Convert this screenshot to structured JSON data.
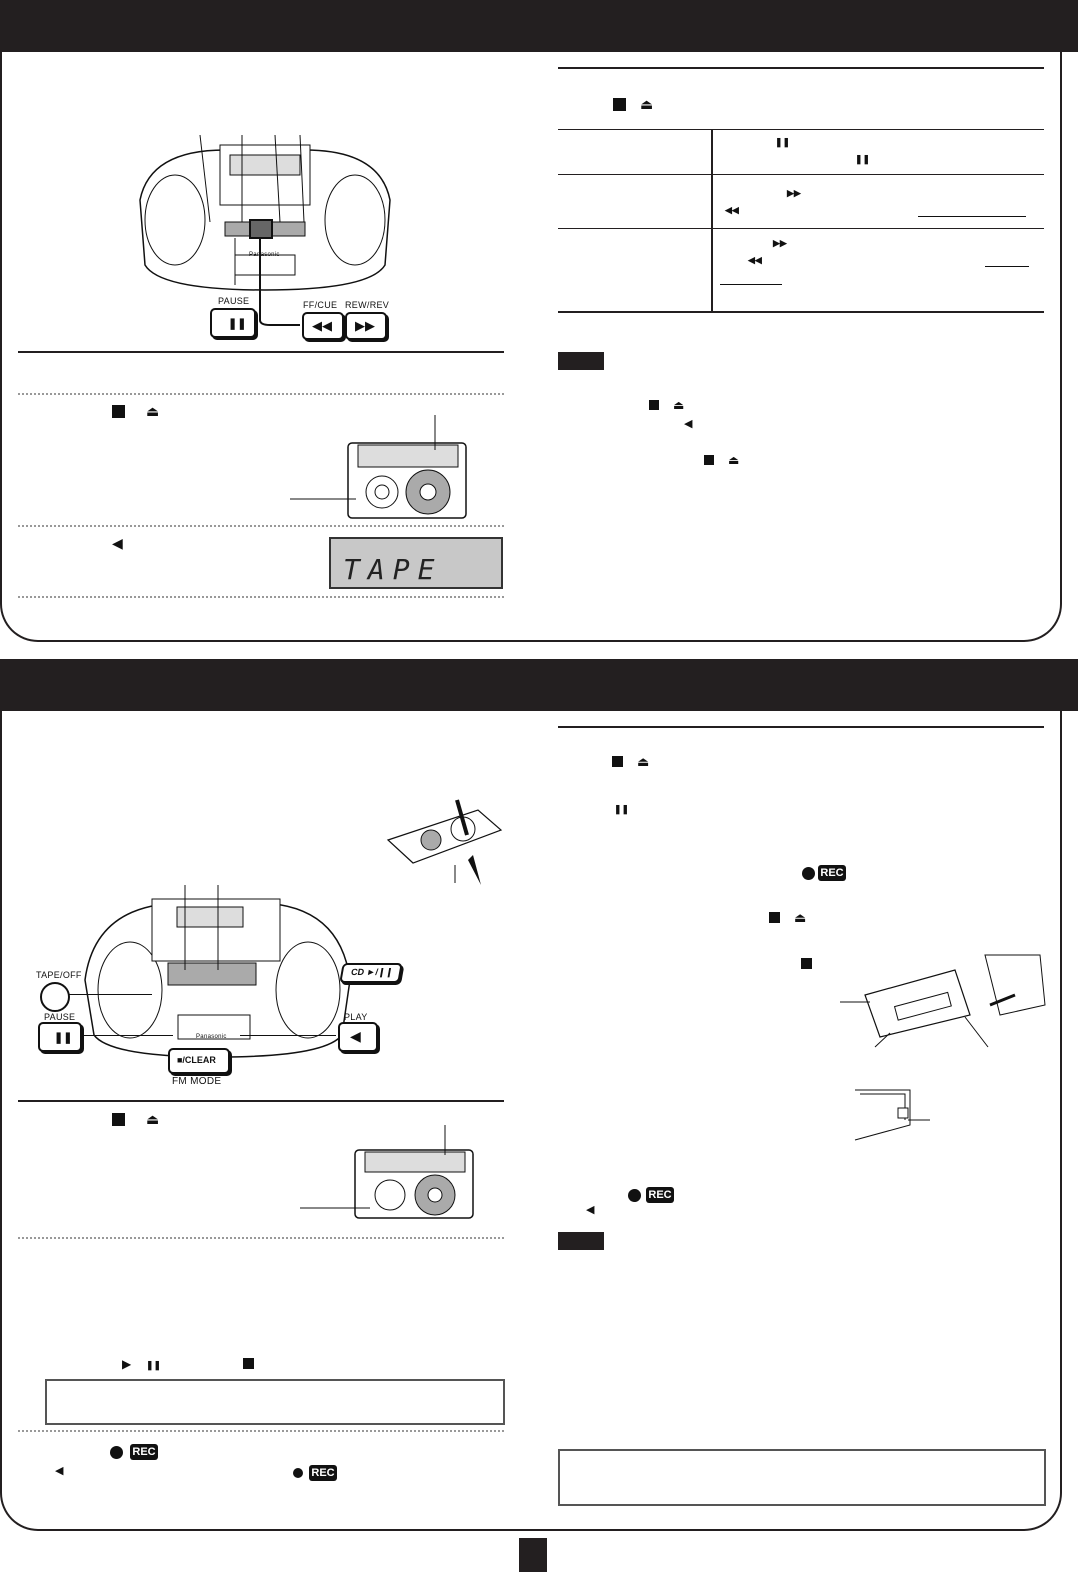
{
  "sections": {
    "top": {
      "illustration_labels": {
        "pause": "PAUSE",
        "ff_cue": "FF/CUE",
        "rew_rev": "REW/REV",
        "brand": "Panasonic"
      },
      "display_text": "TAPE"
    },
    "bottom": {
      "illustration_labels": {
        "tape_off": "TAPE/OFF",
        "cd_play_pause": "CD ►/❙❙",
        "pause": "PAUSE",
        "play": "PLAY",
        "stop_clear": "■/CLEAR",
        "fm_mode": "FM MODE",
        "brand": "Panasonic"
      },
      "rec_label": "REC"
    }
  },
  "icons": [
    "stop-icon",
    "eject-icon",
    "pause-icon",
    "play-icon",
    "fast-forward-icon",
    "rewind-icon",
    "record-icon"
  ],
  "colors": {
    "header_bar": "#231f20",
    "lcd_background": "#c8c8c8"
  }
}
